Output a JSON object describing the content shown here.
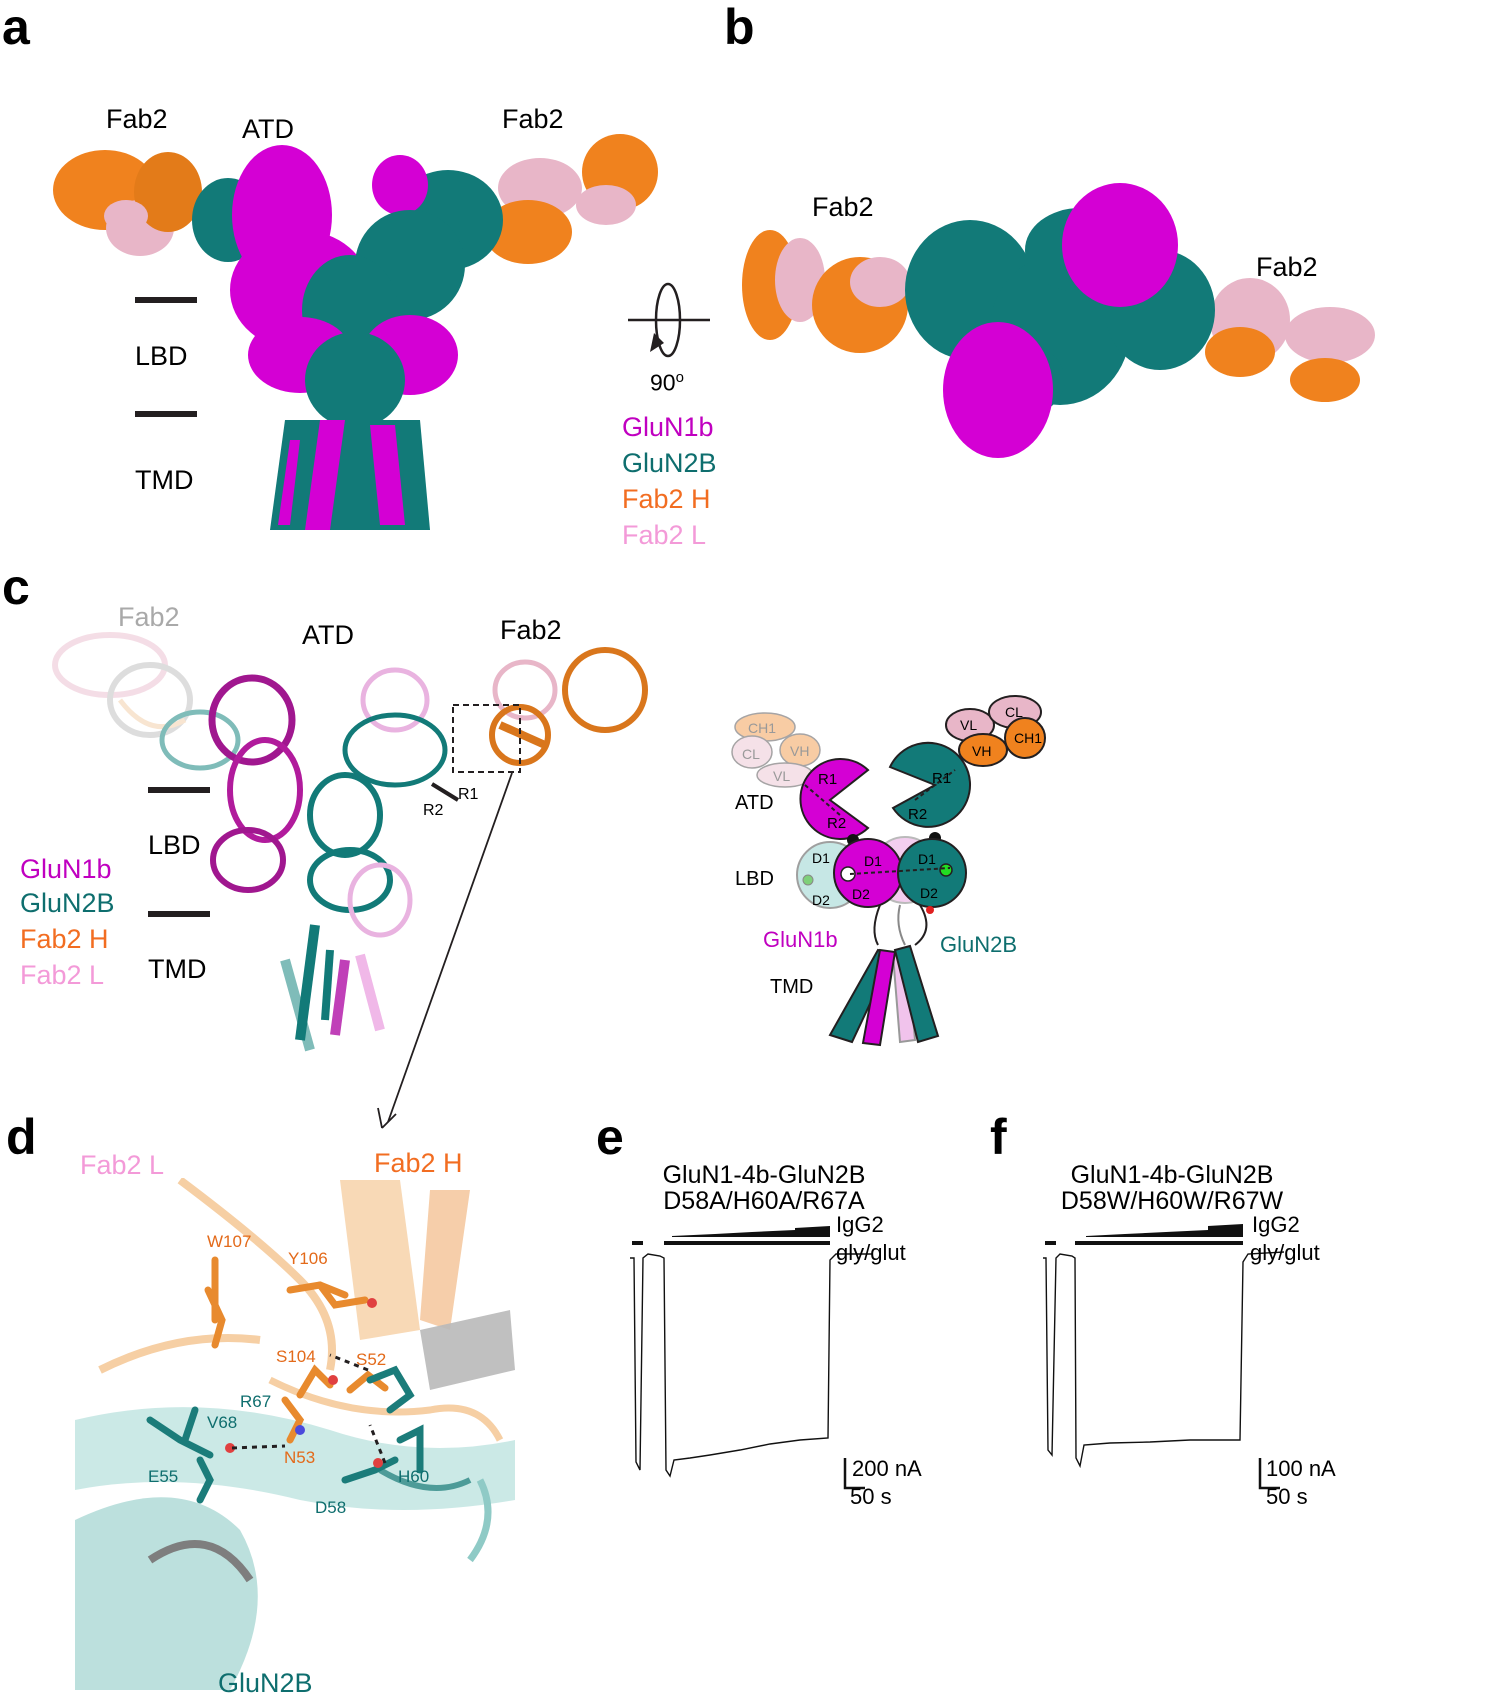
{
  "colors": {
    "glun1b": "#d400d4",
    "glun2b": "#127a78",
    "fab_h": "#f0821e",
    "fab_l": "#e8b6c8",
    "grey": "#a9a9a9"
  },
  "panel_a": {
    "letter": "a",
    "fab_left": "Fab2",
    "atd": "ATD",
    "fab_right": "Fab2",
    "lbd": "LBD",
    "tmd": "TMD"
  },
  "panel_b": {
    "letter": "b",
    "fab_left": "Fab2",
    "fab_right": "Fab2",
    "rotation": "90",
    "rotation_unit": "o"
  },
  "legend_ab": [
    "GluN1b",
    "GluN2B",
    "Fab2 H",
    "Fab2 L"
  ],
  "panel_c": {
    "letter": "c",
    "fab_left": "Fab2",
    "atd": "ATD",
    "fab_right": "Fab2",
    "r1": "R1",
    "r2": "R2",
    "lbd": "LBD",
    "tmd": "TMD",
    "legend": [
      "GluN1b",
      "GluN2B",
      "Fab2 H",
      "Fab2 L"
    ]
  },
  "schematic": {
    "atd": "ATD",
    "lbd": "LBD",
    "tmd": "TMD",
    "glun1b": "GluN1b",
    "glun2b": "GluN2B",
    "r1": "R1",
    "r2": "R2",
    "d1": "D1",
    "d2": "D2",
    "ch1": "CH1",
    "cl": "CL",
    "vh": "VH",
    "vl": "VL"
  },
  "panel_d": {
    "letter": "d",
    "fab_l": "Fab2 L",
    "fab_h": "Fab2 H",
    "glun2b": "GluN2B",
    "residues_orange": [
      "W107",
      "Y106",
      "S104",
      "S52",
      "N53"
    ],
    "residues_teal": [
      "R67",
      "V68",
      "E55",
      "D58",
      "H60"
    ]
  },
  "panel_e": {
    "letter": "e",
    "title_line1": "GluN1-4b-GluN2B",
    "title_line2": "D58A/H60A/R67A",
    "igg": "IgG2",
    "agonist": "gly/glut",
    "scale_current": "200 nA",
    "scale_time": "50 s"
  },
  "panel_f": {
    "letter": "f",
    "title_line1": "GluN1-4b-GluN2B",
    "title_line2": "D58W/H60W/R67W",
    "igg": "IgG2",
    "agonist": "gly/glut",
    "scale_current": "100 nA",
    "scale_time": "50 s"
  }
}
